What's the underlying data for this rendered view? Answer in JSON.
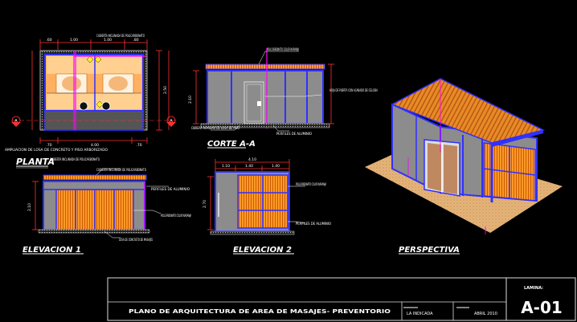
{
  "title_block": {
    "plan_title": "PLANO DE ARQUITECTURA DE AREA DE MASAJES- PREVENTORIO",
    "scale_label": "LA INDICADA",
    "date_label": "ABRIL 2010",
    "sheet_caption": "LAMINA:",
    "sheet_number": "A-01"
  },
  "views": {
    "planta": {
      "title": "PLANTA",
      "note_top": "CUBIERTA INCLINADA DE POLICARBONATO",
      "note_slab": "AMPLIACION DE LOSA DE CONCRETO Y PISO ARBORIZADO",
      "dims_top": [
        ".60",
        "1.00",
        "1.00",
        ".80"
      ],
      "dim_overall": "4.00",
      "dim_side_left": ".70",
      "dim_side_right": ".70",
      "dim_right": "2.50",
      "cut_mark": "A"
    },
    "corte": {
      "title": "CORTE A-A",
      "note_roof": "POLICARBONATO COLOR NARANJA",
      "note_door": "HOJA DE PUERTA CON ACABADO DE CELOSIA",
      "note_slab": "OBRERA AUXILIAR DE LOSA DE PISO",
      "note_profile": "PERFILES DE ALUMINIO",
      "dim_height": "2.10"
    },
    "elevacion1": {
      "title": "ELEVACION 1",
      "note_roof": "CUBIERTA INCLINADA DE POLICARBONATO",
      "note_profile": "PERFILES DE ALUMINIO",
      "note_panel": "POLICARBONATO COLOR NARANJA",
      "note_base": "LOSA DE CONCRETO DE MASAJES",
      "dim_height": "2.10"
    },
    "elevacion2": {
      "title": "ELEVACION 2",
      "dims_top": [
        "1.10",
        "1.40",
        "1.40"
      ],
      "dim_overall": "4.10",
      "dim_height": "2.70",
      "note_panel": "POLICARBONATO COLOR NARANJA",
      "note_profile": "PERFILES DE ALUMINIO"
    },
    "perspectiva": {
      "title": "PERSPECTIVA"
    }
  },
  "colors": {
    "background": "#000000",
    "frame": "#3030ff",
    "panel": "#ff9a28",
    "panel_stripe": "#c85a00",
    "wall": "#8c8c8c",
    "dimension": "#ff3030",
    "floor": "#e6b478",
    "magenta": "#ff00ff",
    "text": "#ffffff"
  }
}
